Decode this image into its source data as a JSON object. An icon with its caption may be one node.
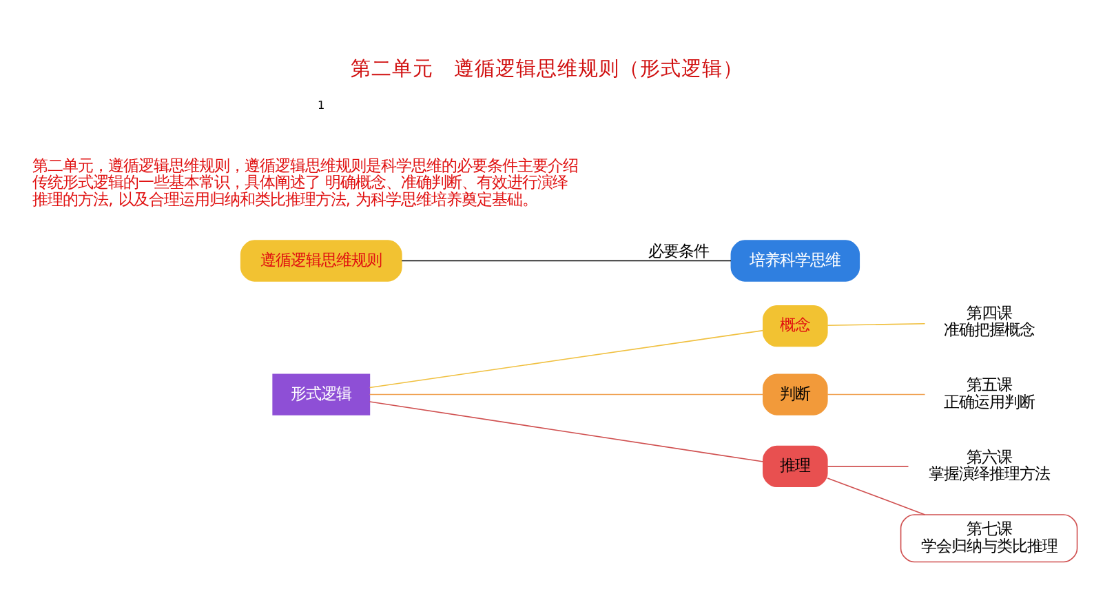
{
  "diagram": {
    "title": "第二单元　遵循逻辑思维规则（形式逻辑）",
    "caption": "第二单元，遵循逻辑思维规则，遵循逻辑思维规则是科学思维的必要条件主要介绍传统形式逻辑的一些基本常识，具体阐述了 明确概念、准确判断、有效进行演绎推理的方法, 以及合理运用归纳和类比推理方法, 为科学思维培养奠定基础。",
    "nodes": [
      {
        "text": [
          "形式逻辑"
        ]
      },
      {
        "text": [
          "概念"
        ]
      },
      {
        "text": [
          "判断"
        ]
      },
      {
        "text": [
          "推理"
        ]
      },
      {
        "text": [
          "第四课",
          "准确把握概念"
        ]
      },
      {
        "text": [
          "第五课",
          "正确运用判断"
        ]
      },
      {
        "text": [
          "第六课",
          "掌握演绎推理方法"
        ]
      },
      {
        "text": [
          "第七课",
          "学会归纳与类比推理"
        ]
      },
      {
        "text": [
          "遵循逻辑思维规则"
        ]
      },
      {
        "text": [
          "培养科学思维"
        ]
      }
    ],
    "edges": [
      {
        "from": 0,
        "to": 1,
        "arrow": "none",
        "color": "#f0c040"
      },
      {
        "from": 0,
        "to": 2,
        "arrow": "none",
        "color": "#f0a050"
      },
      {
        "from": 0,
        "to": 3,
        "arrow": "none",
        "color": "#d05050"
      },
      {
        "from": 1,
        "to": 4,
        "arrow": "none",
        "color": "#f0c040"
      },
      {
        "from": 2,
        "to": 5,
        "arrow": "none",
        "color": "#f0a050"
      },
      {
        "from": 3,
        "to": 6,
        "arrow": "none",
        "color": "#d05050"
      },
      {
        "from": 3,
        "to": 7,
        "arrow": "none",
        "color": "#d05050"
      },
      {
        "from": 8,
        "to": 9,
        "arrow": "none",
        "label": "必要条件",
        "color": "#000000"
      }
    ],
    "labels": [
      "1"
    ]
  }
}
